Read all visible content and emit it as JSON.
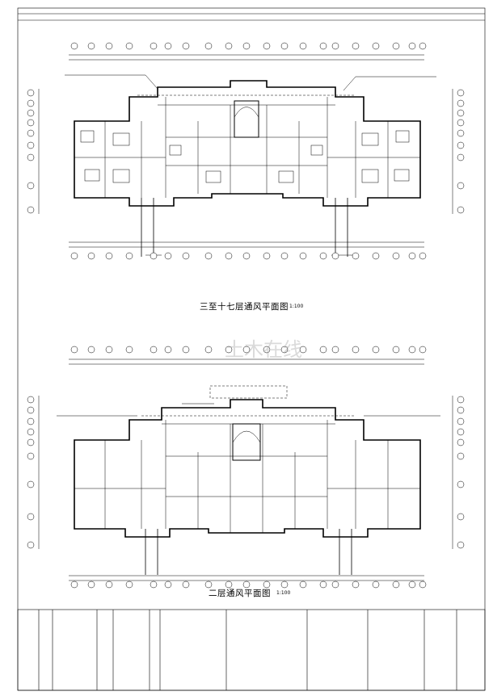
{
  "upper_plan": {
    "title": "三至十七层通风平面图",
    "scale": "1:100"
  },
  "lower_plan": {
    "title": "二层通风平面图",
    "scale": "1:100"
  },
  "watermark": "土木在线",
  "colors": {
    "line": "#000000",
    "watermark": "#9a9a9a"
  }
}
